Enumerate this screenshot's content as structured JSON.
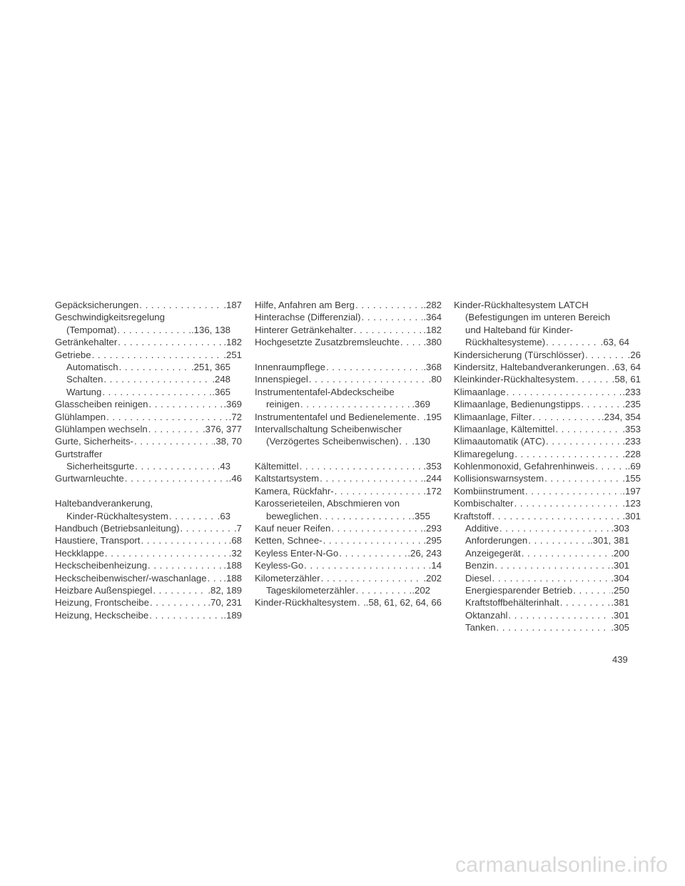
{
  "columns": [
    [
      {
        "label": "Gepäcksicherungen",
        "pages": ".187"
      },
      {
        "label": "Geschwindigkeitsregelung"
      },
      {
        "label": "(Tempomat)",
        "pages": ".136, 138",
        "indent": true
      },
      {
        "label": "Getränkehalter",
        "pages": ".182"
      },
      {
        "label": "Getriebe",
        "pages": ".251"
      },
      {
        "label": "Automatisch",
        "pages": ".251, 365",
        "indent": true
      },
      {
        "label": "Schalten",
        "pages": ".248",
        "indent": true
      },
      {
        "label": "Wartung",
        "pages": ".365",
        "indent": true
      },
      {
        "label": "Glasscheiben reinigen",
        "pages": ".369"
      },
      {
        "label": "Glühlampen",
        "pages": ".72"
      },
      {
        "label": "Glühlampen wechseln",
        "pages": ".376, 377"
      },
      {
        "label": "Gurte, Sicherheits-",
        "pages": ".38, 70"
      },
      {
        "label": "Gurtstraffer"
      },
      {
        "label": "Sicherheitsgurte",
        "pages": ".43",
        "indent": true
      },
      {
        "label": "Gurtwarnleuchte",
        "pages": ".46"
      },
      {
        "gap": true
      },
      {
        "label": "Haltebandverankerung,"
      },
      {
        "label": "Kinder-Rückhaltesystem",
        "pages": ".63",
        "indent": true
      },
      {
        "label": "Handbuch (Betriebsanleitung)",
        "pages": ".7"
      },
      {
        "label": "Haustiere, Transport",
        "pages": ".68"
      },
      {
        "label": "Heckklappe",
        "pages": ".32"
      },
      {
        "label": "Heckscheibenheizung",
        "pages": ".188"
      },
      {
        "label": "Heckscheibenwischer/-waschanlage",
        "pages": ".188"
      },
      {
        "label": "Heizbare Außenspiegel",
        "pages": ".82, 189"
      },
      {
        "label": "Heizung, Frontscheibe",
        "pages": ".70, 231"
      },
      {
        "label": "Heizung, Heckscheibe",
        "pages": ".189"
      }
    ],
    [
      {
        "label": "Hilfe, Anfahren am Berg",
        "pages": ".282"
      },
      {
        "label": "Hinterachse (Differenzial)",
        "pages": ".364"
      },
      {
        "label": "Hinterer Getränkehalter",
        "pages": ".182"
      },
      {
        "label": "Hochgesetzte Zusatzbremsleuchte",
        "pages": ".380"
      },
      {
        "gap": true
      },
      {
        "label": "Innenraumpflege",
        "pages": ".368"
      },
      {
        "label": "Innenspiegel",
        "pages": ".80"
      },
      {
        "label": "Instrumententafel-Abdeckscheibe"
      },
      {
        "label": "reinigen",
        "pages": ".369",
        "indent": true
      },
      {
        "label": "Instrumententafel und Bedienelemente",
        "pages": ".195"
      },
      {
        "label": "Intervallschaltung Scheibenwischer"
      },
      {
        "label": "(Verzögertes Scheibenwischen)",
        "pages": ".130",
        "indent": true
      },
      {
        "gap": true
      },
      {
        "label": "Kältemittel",
        "pages": ".353"
      },
      {
        "label": "Kaltstartsystem",
        "pages": ".244"
      },
      {
        "label": "Kamera, Rückfahr-",
        "pages": ".172"
      },
      {
        "label": "Karosserieteilen, Abschmieren von"
      },
      {
        "label": "beweglichen",
        "pages": ".355",
        "indent": true
      },
      {
        "label": "Kauf neuer Reifen",
        "pages": ".293"
      },
      {
        "label": "Ketten, Schnee-",
        "pages": ".295"
      },
      {
        "label": "Keyless Enter-N-Go",
        "pages": ".26, 243"
      },
      {
        "label": "Keyless-Go",
        "pages": ".14"
      },
      {
        "label": "Kilometerzähler",
        "pages": ".202"
      },
      {
        "label": "Tageskilometerzähler",
        "pages": ".202",
        "indent": true
      },
      {
        "label": "Kinder-Rückhaltesystem",
        "pages": ".58, 61, 62, 64, 66"
      }
    ],
    [
      {
        "label": "Kinder-Rückhaltesystem LATCH"
      },
      {
        "label": "(Befestigungen im unteren Bereich",
        "indent": true
      },
      {
        "label": "und Halteband für Kinder-",
        "indent": true
      },
      {
        "label": "Rückhaltesysteme)",
        "pages": ".63, 64",
        "indent": true
      },
      {
        "label": "Kindersicherung (Türschlösser)",
        "pages": ".26"
      },
      {
        "label": "Kindersitz, Haltebandverankerungen",
        "pages": ".63, 64"
      },
      {
        "label": "Kleinkinder-Rückhaltesystem",
        "pages": ".58, 61"
      },
      {
        "label": "Klimaanlage",
        "pages": ".233"
      },
      {
        "label": "Klimaanlage, Bedienungstipps",
        "pages": ".235"
      },
      {
        "label": "Klimaanlage, Filter",
        "pages": ".234, 354"
      },
      {
        "label": "Klimaanlage, Kältemittel",
        "pages": ".353"
      },
      {
        "label": "Klimaautomatik (ATC)",
        "pages": ".233"
      },
      {
        "label": "Klimaregelung",
        "pages": ".228"
      },
      {
        "label": "Kohlenmonoxid, Gefahrenhinweis",
        "pages": ".69"
      },
      {
        "label": "Kollisionswarnsystem",
        "pages": ".155"
      },
      {
        "label": "Kombiinstrument",
        "pages": ".197"
      },
      {
        "label": "Kombischalter",
        "pages": ".123"
      },
      {
        "label": "Kraftstoff",
        "pages": ".301"
      },
      {
        "label": "Additive",
        "pages": ".303",
        "indent": true
      },
      {
        "label": "Anforderungen",
        "pages": ".301, 381",
        "indent": true
      },
      {
        "label": "Anzeigegerät",
        "pages": ".200",
        "indent": true
      },
      {
        "label": "Benzin",
        "pages": ".301",
        "indent": true
      },
      {
        "label": "Diesel",
        "pages": ".304",
        "indent": true
      },
      {
        "label": "Energiesparender Betrieb",
        "pages": ".250",
        "indent": true
      },
      {
        "label": "Kraftstoffbehälterinhalt",
        "pages": ".381",
        "indent": true
      },
      {
        "label": "Oktanzahl",
        "pages": ".301",
        "indent": true
      },
      {
        "label": "Tanken",
        "pages": ".305",
        "indent": true
      }
    ]
  ],
  "page_number": "439",
  "watermark": "carmanualsonline.info"
}
